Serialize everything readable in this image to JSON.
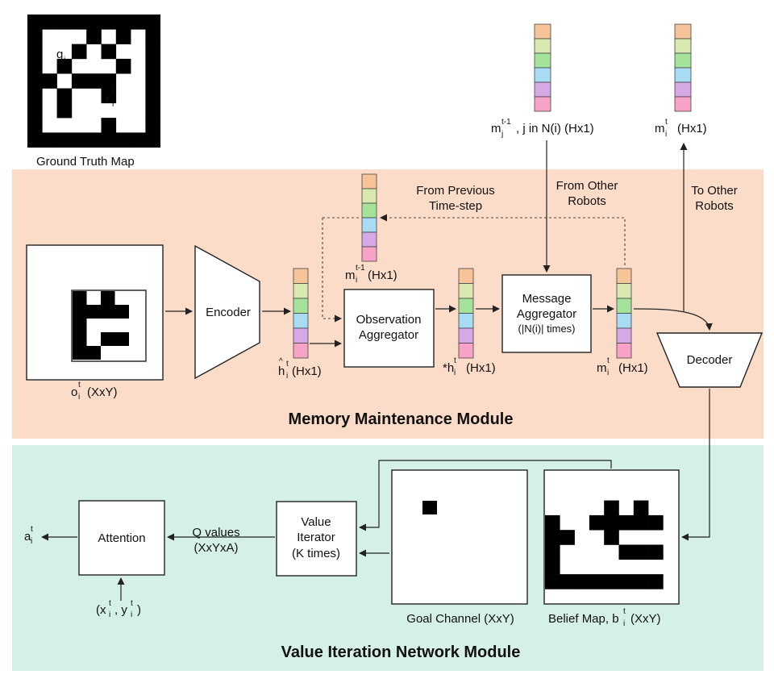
{
  "colors": {
    "memory_bg": "#fbdcc9",
    "vin_bg": "#d5efe9",
    "vector_cells": [
      "#f7c49a",
      "#d9e8b0",
      "#a5e39b",
      "#a8dcf5",
      "#d5a8e6",
      "#f7a3c8"
    ]
  },
  "ground_truth": {
    "caption": "Ground Truth Map",
    "goal_label": "g",
    "goal_sub": "i",
    "robot_label": "r",
    "robot_sub": "i",
    "robot_sup": "t"
  },
  "memory_module": {
    "title": "Memory Maintenance Module",
    "observation": {
      "label": "o",
      "sup": "t",
      "sub": "i",
      "suffix": "(XxY)"
    },
    "encoder": "Encoder",
    "h_hat": {
      "label": "h",
      "sup": "t",
      "sub": "i",
      "suffix": "(Hx1)"
    },
    "m_prev": {
      "label": "m",
      "sup": "t-1",
      "sub": "i",
      "suffix": "(Hx1)"
    },
    "from_previous": [
      "From Previous",
      "Time-step"
    ],
    "obs_agg": [
      "Observation",
      "Aggregator"
    ],
    "h_star": {
      "label": "*h",
      "sup": "t",
      "sub": "i",
      "suffix": "(Hx1)"
    },
    "msg_agg": [
      "Message",
      "Aggregator",
      "(|N(i)| times)"
    ],
    "from_other": [
      "From Other",
      "Robots"
    ],
    "m_out": {
      "label": "m",
      "sup": "t",
      "sub": "i",
      "suffix": "(Hx1)"
    },
    "to_other": [
      "To Other",
      "Robots"
    ],
    "decoder": "Decoder"
  },
  "top_vectors": {
    "left": {
      "label": "m",
      "sup": "t-1",
      "sub": "j",
      "suffix": ", j in N(i) (Hx1)"
    },
    "right": {
      "label": "m",
      "sup": "t",
      "sub": "i",
      "suffix": "(Hx1)"
    }
  },
  "vin_module": {
    "title": "Value Iteration Network Module",
    "goal_channel": "Goal Channel  (XxY)",
    "belief_map": {
      "label": "Belief Map, b",
      "sup": "t",
      "sub": "i",
      "suffix": "(XxY)"
    },
    "value_iterator": [
      "Value",
      "Iterator",
      "(K times)"
    ],
    "q_values": [
      "Q values",
      "(XxYxA)"
    ],
    "attention": "Attention",
    "action": {
      "label": "a",
      "sup": "t",
      "sub": "i"
    },
    "position": {
      "x": "(x",
      "y": ", y",
      "sup": "t",
      "sub": "i",
      "close": ")"
    }
  }
}
